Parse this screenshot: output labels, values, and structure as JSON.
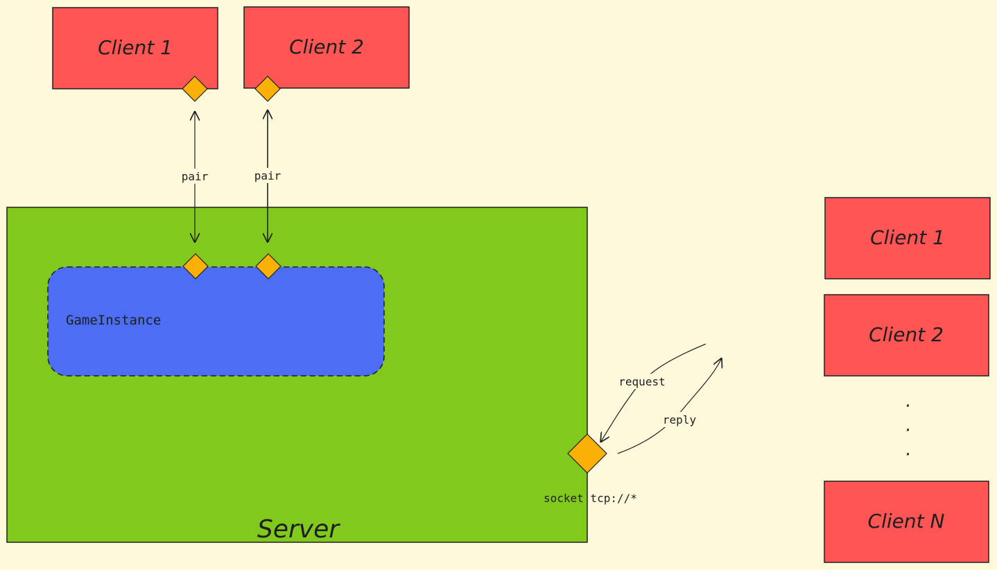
{
  "top_clients": [
    {
      "label": "Client 1",
      "edge": "pair"
    },
    {
      "label": "Client 2",
      "edge": "pair"
    }
  ],
  "server": {
    "label": "Server",
    "socket_label": "socket tcp://*"
  },
  "game_instance": {
    "label": "GameInstance"
  },
  "socket_edges": {
    "request": "request",
    "reply": "reply"
  },
  "client_list": {
    "items": [
      "Client 1",
      "Client 2",
      "Client N"
    ],
    "ellipsis": [
      "·",
      "·",
      "·"
    ]
  },
  "colors": {
    "background": "#fff9db",
    "client_fill": "#ff5555",
    "server_fill": "#82c91e",
    "instance_fill": "#4c6ef5",
    "port_fill": "#fab005",
    "stroke": "#1e1e1e"
  }
}
